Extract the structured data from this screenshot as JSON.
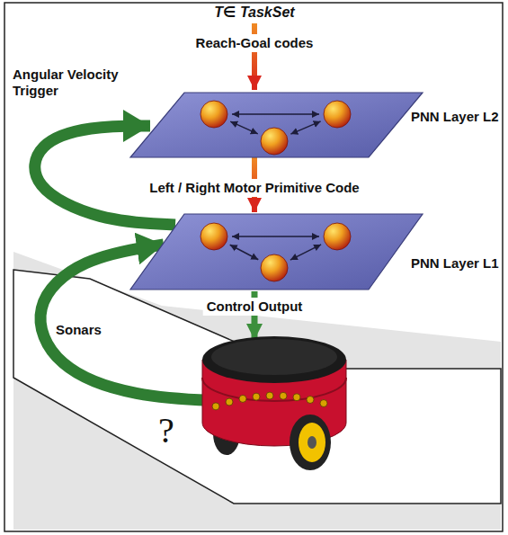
{
  "diagram": {
    "nodes": [
      {
        "text": [
          "PNN Layer L2"
        ]
      },
      {
        "text": [
          "PNN Layer L1"
        ]
      }
    ],
    "edges": [
      {
        "from": 0,
        "to": 1,
        "arrow": "to",
        "label": "Left / Right Motor Primitive Code"
      },
      {
        "from": 1,
        "to": 0,
        "arrow": "to",
        "label": "Angular Velocity Trigger"
      }
    ],
    "labels": [
      "T∈ TaskSet",
      "Reach-Goal codes",
      "Control Output",
      "Sonars",
      "?"
    ]
  }
}
